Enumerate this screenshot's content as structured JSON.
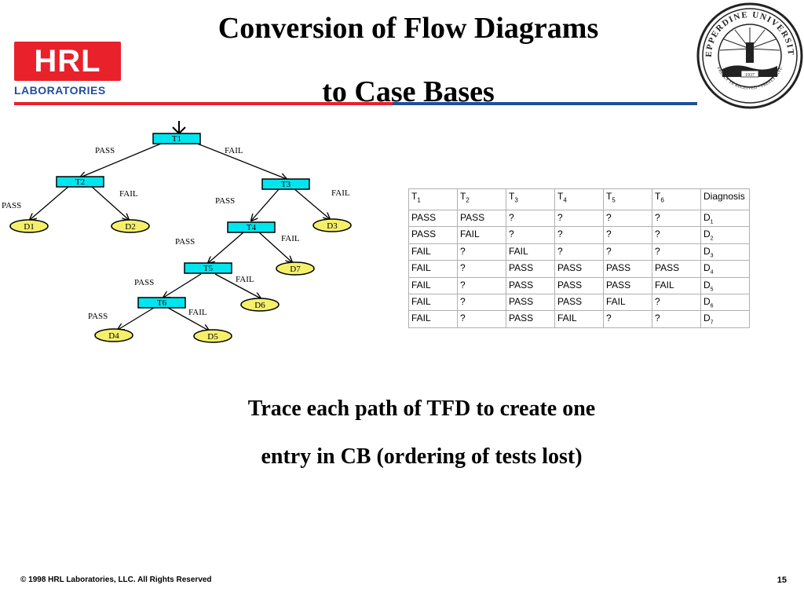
{
  "header": {
    "title_line1": "Conversion of Flow Diagrams",
    "title_line2": "to Case Bases"
  },
  "logo": {
    "text": "HRL",
    "subtext": "LABORATORIES"
  },
  "seal": {
    "ring_text": "PEPPERDINE UNIVERSITY",
    "motto": "FREELY YE RECEIVED • FREELY GIVE",
    "year": "1937"
  },
  "flow_diagram": {
    "entry_arrow": "↓",
    "tests": [
      "T1",
      "T2",
      "T3",
      "T4",
      "T5",
      "T6"
    ],
    "diagnoses": [
      "D1",
      "D2",
      "D3",
      "D4",
      "D5",
      "D6",
      "D7"
    ],
    "edge_labels": {
      "t1_pass": "PASS",
      "t1_fail": "FAIL",
      "t2_pass": "PASS",
      "t2_fail": "FAIL",
      "t3_pass": "PASS",
      "t3_fail": "FAIL",
      "t4_pass": "PASS",
      "t4_fail": "FAIL",
      "t5_pass": "PASS",
      "t5_fail": "FAIL",
      "t6_pass": "PASS",
      "t6_fail": "FAIL"
    },
    "colors": {
      "test_fill": "#00e5ee",
      "diag_fill": "#f5f06a",
      "stroke": "#000000"
    }
  },
  "case_base": {
    "headers": [
      {
        "base": "T",
        "sub": "1"
      },
      {
        "base": "T",
        "sub": "2"
      },
      {
        "base": "T",
        "sub": "3"
      },
      {
        "base": "T",
        "sub": "4"
      },
      {
        "base": "T",
        "sub": "5"
      },
      {
        "base": "T",
        "sub": "6"
      },
      {
        "base": "Diagnosis",
        "sub": ""
      }
    ],
    "rows": [
      {
        "cells": [
          "PASS",
          "PASS",
          "?",
          "?",
          "?",
          "?"
        ],
        "diag": "D",
        "diag_sub": "1"
      },
      {
        "cells": [
          "PASS",
          "FAIL",
          "?",
          "?",
          "?",
          "?"
        ],
        "diag": "D",
        "diag_sub": "2"
      },
      {
        "cells": [
          "FAIL",
          "?",
          "FAIL",
          "?",
          "?",
          "?"
        ],
        "diag": "D",
        "diag_sub": "3"
      },
      {
        "cells": [
          "FAIL",
          "?",
          "PASS",
          "PASS",
          "PASS",
          "PASS"
        ],
        "diag": "D",
        "diag_sub": "4"
      },
      {
        "cells": [
          "FAIL",
          "?",
          "PASS",
          "PASS",
          "PASS",
          "FAIL"
        ],
        "diag": "D",
        "diag_sub": "5"
      },
      {
        "cells": [
          "FAIL",
          "?",
          "PASS",
          "PASS",
          "FAIL",
          "?"
        ],
        "diag": "D",
        "diag_sub": "6"
      },
      {
        "cells": [
          "FAIL",
          "?",
          "PASS",
          "FAIL",
          "?",
          "?"
        ],
        "diag": "D",
        "diag_sub": "7"
      }
    ]
  },
  "caption": {
    "line1": "Trace each path of TFD to create one",
    "line2": "entry in CB (ordering of tests lost)"
  },
  "footer": {
    "copyright": "© 1998 HRL Laboratories, LLC.  All Rights Reserved",
    "page_number": "15"
  },
  "colors": {
    "red": "#e8212b",
    "blue": "#1f4f9a"
  }
}
